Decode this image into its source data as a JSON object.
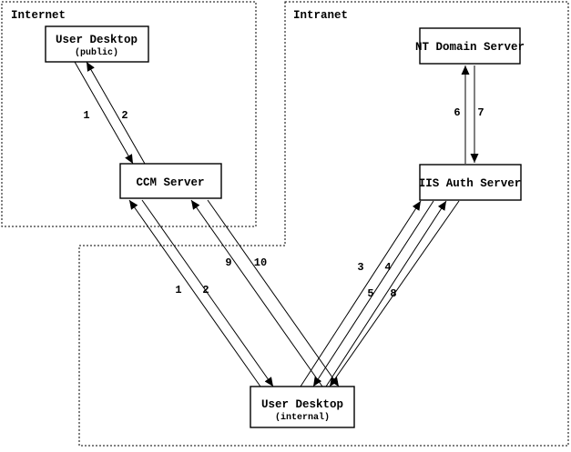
{
  "diagram_type": "network-authentication-flow",
  "colors": {
    "ink": "#000000",
    "paper": "#ffffff"
  },
  "zones": [
    {
      "id": "internet",
      "label": "Internet"
    },
    {
      "id": "intranet",
      "label": "Intranet"
    }
  ],
  "nodes": [
    {
      "id": "user-desktop-public",
      "name": "User Desktop",
      "detail": "(public)"
    },
    {
      "id": "ccm-server",
      "name": "CCM Server",
      "detail": ""
    },
    {
      "id": "nt-domain-server",
      "name": "NT Domain Server",
      "detail": ""
    },
    {
      "id": "iis-auth-server",
      "name": "IIS Auth Server",
      "detail": ""
    },
    {
      "id": "user-desktop-internal",
      "name": "User Desktop",
      "detail": "(internal)"
    }
  ],
  "flows": [
    {
      "label": "1",
      "from": "user-desktop-public",
      "to": "ccm-server"
    },
    {
      "label": "2",
      "from": "ccm-server",
      "to": "user-desktop-public"
    },
    {
      "label": "1",
      "from": "user-desktop-internal",
      "to": "ccm-server"
    },
    {
      "label": "2",
      "from": "ccm-server",
      "to": "user-desktop-internal"
    },
    {
      "label": "9",
      "from": "user-desktop-internal",
      "to": "ccm-server"
    },
    {
      "label": "10",
      "from": "ccm-server",
      "to": "user-desktop-internal"
    },
    {
      "label": "3",
      "from": "user-desktop-internal",
      "to": "iis-auth-server"
    },
    {
      "label": "4",
      "from": "iis-auth-server",
      "to": "user-desktop-internal"
    },
    {
      "label": "5",
      "from": "user-desktop-internal",
      "to": "iis-auth-server"
    },
    {
      "label": "8",
      "from": "iis-auth-server",
      "to": "user-desktop-internal"
    },
    {
      "label": "6",
      "from": "iis-auth-server",
      "to": "nt-domain-server"
    },
    {
      "label": "7",
      "from": "nt-domain-server",
      "to": "iis-auth-server"
    }
  ]
}
